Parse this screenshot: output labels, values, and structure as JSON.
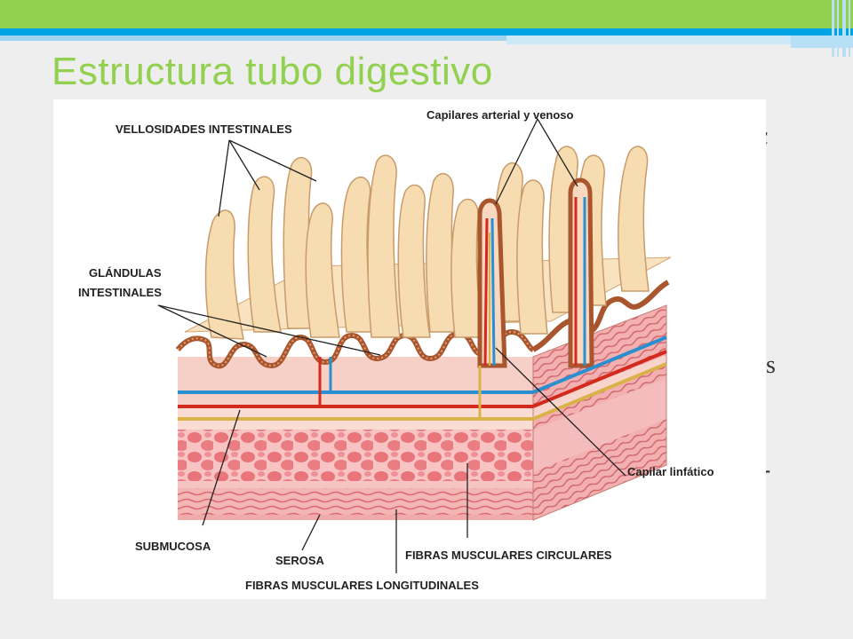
{
  "slide": {
    "title": "Estructura tubo digestivo",
    "background_text": [
      "c",
      "s",
      "-"
    ]
  },
  "figure": {
    "labels": {
      "vellosidades": "VELLOSIDADES INTESTINALES",
      "capilares": "Capilares arterial y venoso",
      "glandulas_1": "GLÁNDULAS",
      "glandulas_2": "INTESTINALES",
      "capilar_linfatico": "Capilar linfático",
      "submucosa": "SUBMUCOSA",
      "serosa": "SEROSA",
      "fibras_circulares": "FIBRAS MUSCULARES CIRCULARES",
      "fibras_longitudinales": "FIBRAS MUSCULARES LONGITUDINALES"
    }
  },
  "colors": {
    "green": "#92d050",
    "blue": "#00a4e4",
    "villi": "#f6dcb0",
    "epithelium": "#b0603a",
    "muscle": "#f2a3a3",
    "artery": "#d42a1e",
    "vein": "#2a8fd0",
    "lymph": "#d9b24a"
  }
}
